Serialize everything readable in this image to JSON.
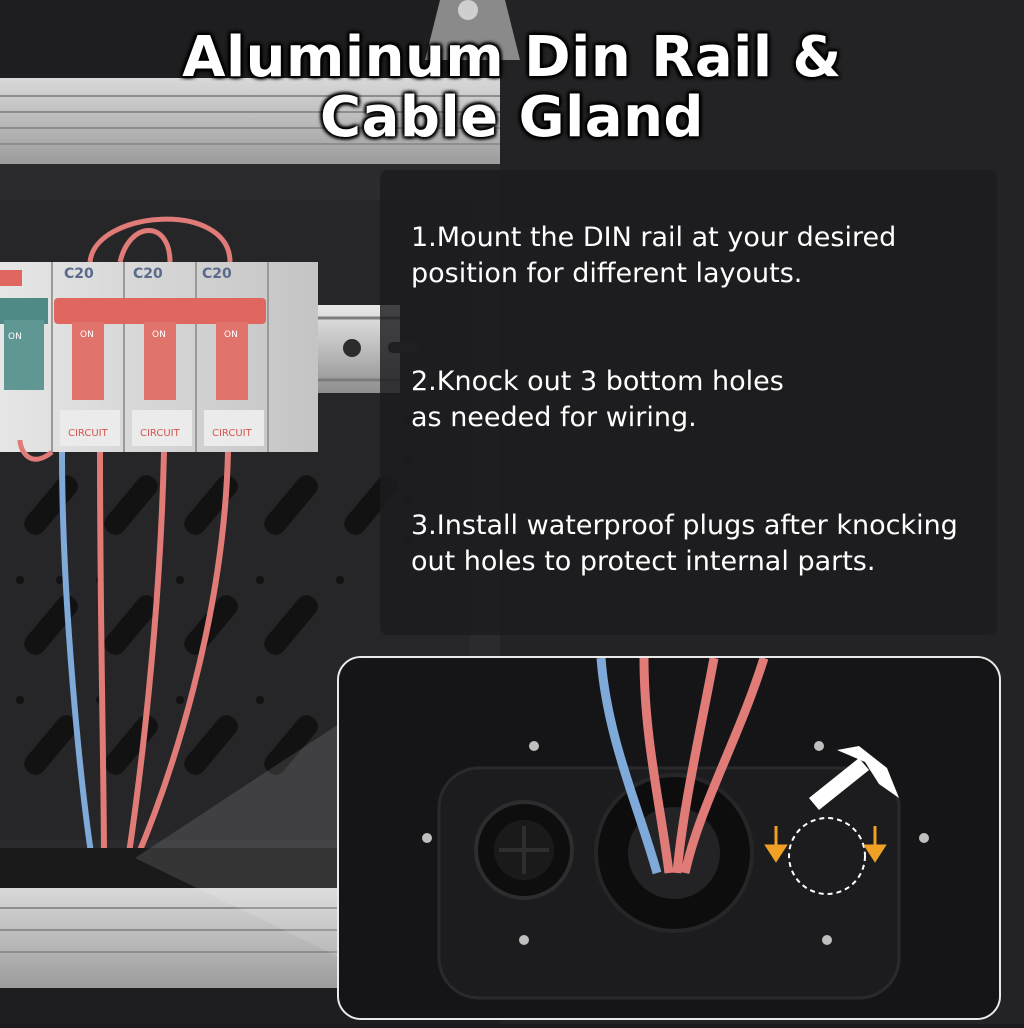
{
  "title": {
    "line1": "Aluminum Din Rail &",
    "line2": "Cable Gland"
  },
  "steps": [
    {
      "line1": "1.Mount the DIN rail at your desired",
      "line2": "position for different layouts."
    },
    {
      "line1": "2.Knock out 3 bottom holes",
      "line2": "as needed for wiring."
    },
    {
      "line1": "3.Install waterproof plugs after knocking",
      "line2": "out holes to protect internal parts."
    }
  ],
  "breakers": [
    {
      "rating": "C20",
      "state": "ON",
      "footer": "CIRCUIT"
    },
    {
      "rating": "C20",
      "state": "ON",
      "footer": "CIRCUIT"
    },
    {
      "rating": "C20",
      "state": "ON",
      "footer": "CIRCUIT"
    }
  ],
  "left_breaker_state": "ON",
  "colors": {
    "enclosure": "#2a2a2c",
    "rail": "#c9c9c9",
    "breaker_body": "#d9dadb",
    "breaker_handle_red": "#e0675f",
    "breaker_handle_teal": "#4f8a86",
    "wire_red": "#e07b78",
    "wire_blue": "#7fa9d8",
    "arrow": "#f0a024",
    "panel": "#1c1c1e"
  },
  "icons": [
    "hammer-icon",
    "down-arrow-icon",
    "knockout-circle-icon"
  ]
}
